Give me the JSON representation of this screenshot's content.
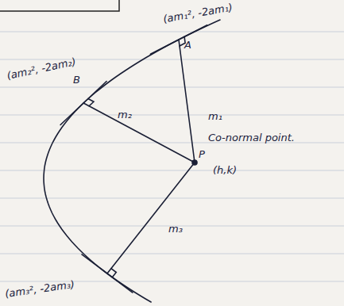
{
  "diagram": {
    "labels": [
      "(am₁², -2am₁)",
      "A",
      "(am₂², -2am₂)",
      "B",
      "m₂",
      "m₁",
      "P",
      "Co-normal point.",
      "(h,k)",
      "m₃",
      "(am₃², -2am₃)"
    ]
  }
}
